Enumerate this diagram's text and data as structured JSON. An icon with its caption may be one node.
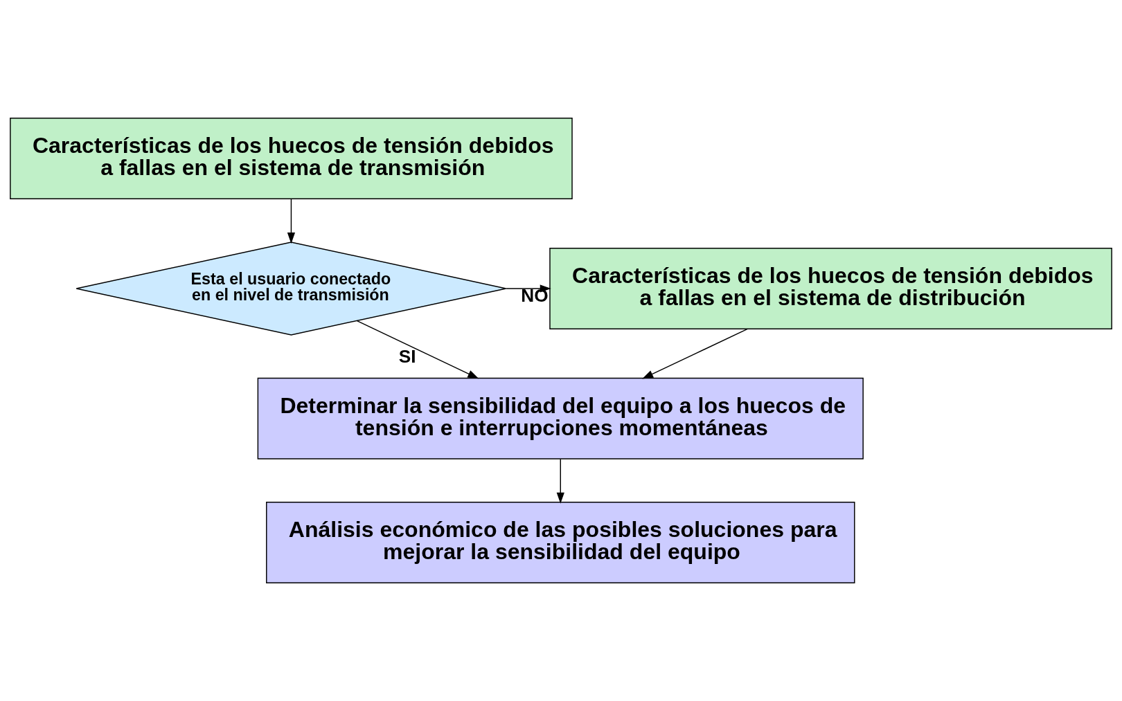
{
  "diagram": {
    "nodes": [
      {
        "text": [
          "Características de los huecos de tensión debidos a fallas en el sistema de transmisión"
        ]
      },
      {
        "text": [
          "Esta el usuario conectado en el nivel de transmisión"
        ]
      },
      {
        "text": [
          "Características de los huecos de tensión debidos a fallas en el sistema de distribución"
        ]
      },
      {
        "text": [
          "Determinar la sensibilidad del equipo a los huecos de tensión e interrupciones momentáneas"
        ]
      },
      {
        "text": [
          "Análisis económico de las posibles soluciones para mejorar la sensibilidad del equipo"
        ]
      }
    ],
    "edges": [
      {
        "from": 0,
        "to": 1,
        "arrow": "to"
      },
      {
        "from": 1,
        "to": 2,
        "arrow": "to",
        "label": "NO"
      },
      {
        "from": 1,
        "to": 3,
        "arrow": "to",
        "label": "SI"
      },
      {
        "from": 2,
        "to": 3,
        "arrow": "to"
      },
      {
        "from": 3,
        "to": 4,
        "arrow": "to"
      }
    ]
  }
}
